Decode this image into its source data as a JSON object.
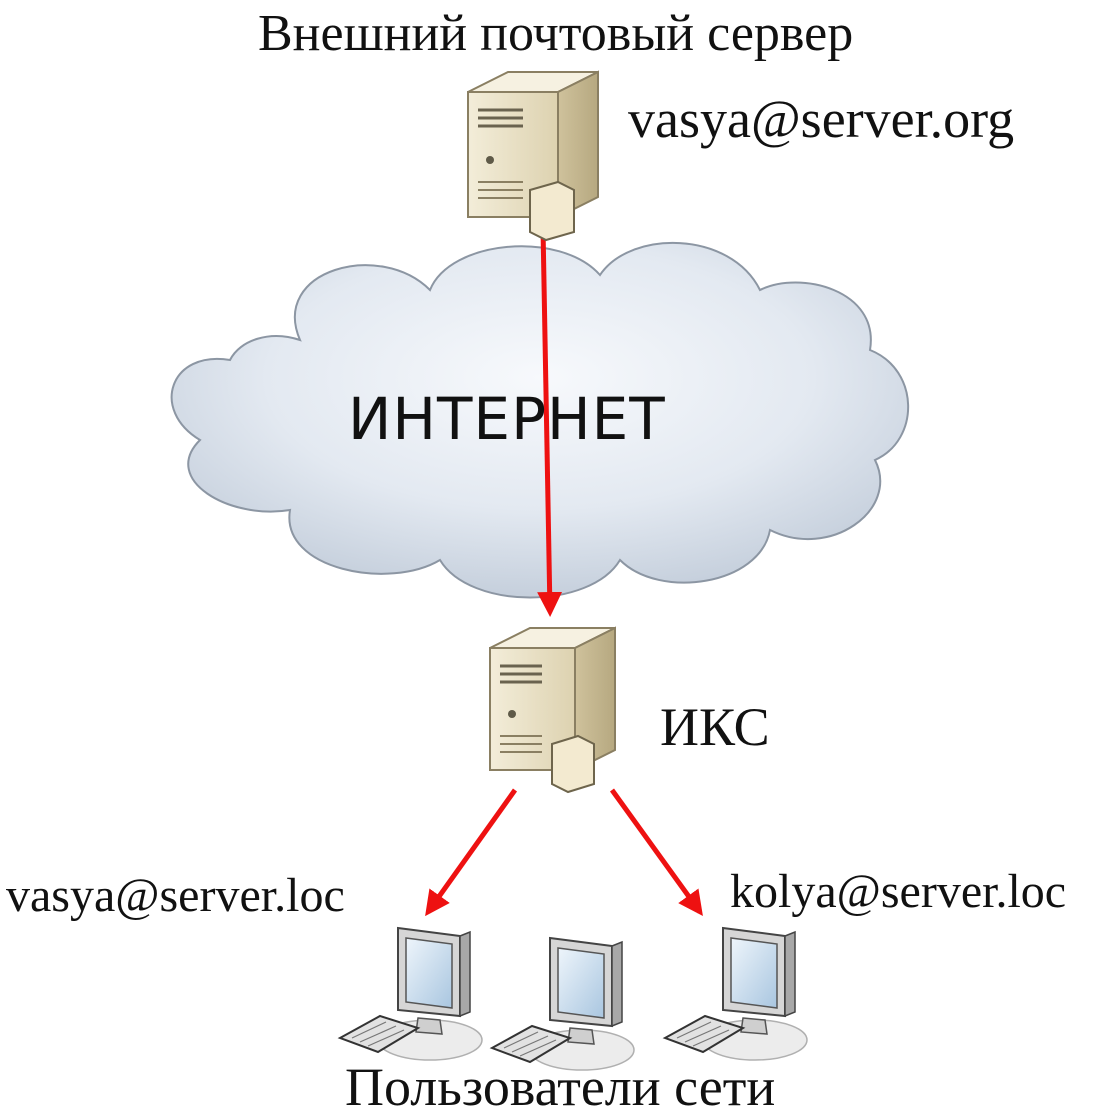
{
  "labels": {
    "external_server_title": "Внешний почтовый сервер",
    "external_address": "vasya@server.org",
    "cloud": "ИНТЕРНЕТ",
    "gateway": "ИКС",
    "user_left_address": "vasya@server.loc",
    "user_right_address": "kolya@server.loc",
    "users_caption": "Пользователи сети"
  },
  "icons": {
    "external_server": "server-icon",
    "gateway_server": "server-icon",
    "workstation": "workstation-icon",
    "cloud": "cloud-icon"
  },
  "colors": {
    "arrow": "#ee1111",
    "cloud_fill": "#dfe6f0",
    "server_body": "#e8dfc4",
    "monitor_screen": "#cfe2f3"
  }
}
